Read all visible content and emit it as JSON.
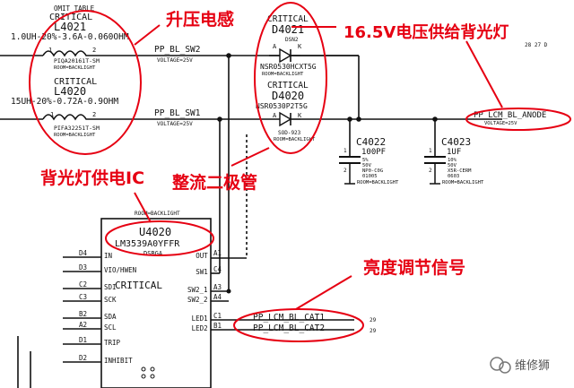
{
  "inductors": {
    "l4021": {
      "omit": "OMIT_TABLE",
      "crit": "CRITICAL",
      "ref": "L4021",
      "value": "1.0UH-20%-3.6A-0.060OHM",
      "pkg": "PIQA20161T-SM",
      "room": "ROOM=BACKLIGHT"
    },
    "l4020": {
      "crit": "CRITICAL",
      "ref": "L4020",
      "value": "15UH-20%-0.72A-0.9OHM",
      "pkg": "PIFA32251T-SM",
      "room": "ROOM=BACKLIGHT"
    }
  },
  "diodes": {
    "d4021": {
      "crit": "CRITICAL",
      "ref": "D4021",
      "pkg": "DSN2",
      "part": "NSR0530HCXT5G",
      "room": "ROOM=BACKLIGHT"
    },
    "d4020": {
      "crit": "CRITICAL",
      "ref": "D4020",
      "part": "NSR0530P2T5G",
      "pkg": "SOD-923",
      "room": "ROOM=BACKLIGHT"
    }
  },
  "nets": {
    "sw2": "PP_BL_SW2",
    "sw2_volt": "VOLTAGE=25V",
    "sw1": "PP_BL_SW1",
    "sw1_volt": "VOLTAGE=25V",
    "anode": "PP_LCM_BL_ANODE",
    "anode_volt": "VOLTAGE=25V",
    "cat1": "PP_LCM_BL_CAT1",
    "cat2": "PP_LCM_BL_CAT2",
    "side_top": "28 27 D",
    "cat1_page": "29",
    "cat2_page": "29"
  },
  "capacitors": {
    "c4022": {
      "ref": "C4022",
      "value": "100PF",
      "v1": "5%",
      "v2": "50V",
      "v3": "NP0-C0G",
      "v4": "01005",
      "room": "ROOM=BACKLIGHT",
      "pin1": "1",
      "pin2": "2"
    },
    "c4023": {
      "ref": "C4023",
      "value": "1UF",
      "v1": "10%",
      "v2": "50V",
      "v3": "X5R-CERM",
      "v4": "0603",
      "room": "ROOM=BACKLIGHT",
      "pin1": "1",
      "pin2": "2"
    }
  },
  "ic": {
    "room": "ROOM=BACKLIGHT",
    "ref": "U4020",
    "part": "LM3539A0YFFR",
    "pkg": "DSBGA",
    "crit": "CRITICAL",
    "left_pins": [
      {
        "num": "D4",
        "name": "IN"
      },
      {
        "num": "D3",
        "name": "VIO/HWEN"
      },
      {
        "num": "C2",
        "name": "SDI"
      },
      {
        "num": "C3",
        "name": "SCK"
      },
      {
        "num": "B2",
        "name": "SDA"
      },
      {
        "num": "A2",
        "name": "SCL"
      },
      {
        "num": "D1",
        "name": "TRIP"
      },
      {
        "num": "D2",
        "name": "INHIBIT"
      }
    ],
    "right_pins": [
      {
        "num": "A1",
        "name": "OUT"
      },
      {
        "num": "C4",
        "name": "SW1"
      },
      {
        "num": "A3",
        "name": "SW2_1"
      },
      {
        "num": "A4",
        "name": "SW2_2"
      },
      {
        "num": "C1",
        "name": "LED1"
      },
      {
        "num": "B1",
        "name": "LED2"
      }
    ]
  },
  "annotations": {
    "boost_inductor": "升压电感",
    "backlight_supply": "16.5V电压供给背光灯",
    "rectifier_diode": "整流二极管",
    "backlight_ic": "背光灯供电IC",
    "brightness_signal": "亮度调节信号"
  },
  "watermark": {
    "text": "维修狮"
  },
  "colors": {
    "annotation": "#e60012",
    "wire": "#111111"
  }
}
